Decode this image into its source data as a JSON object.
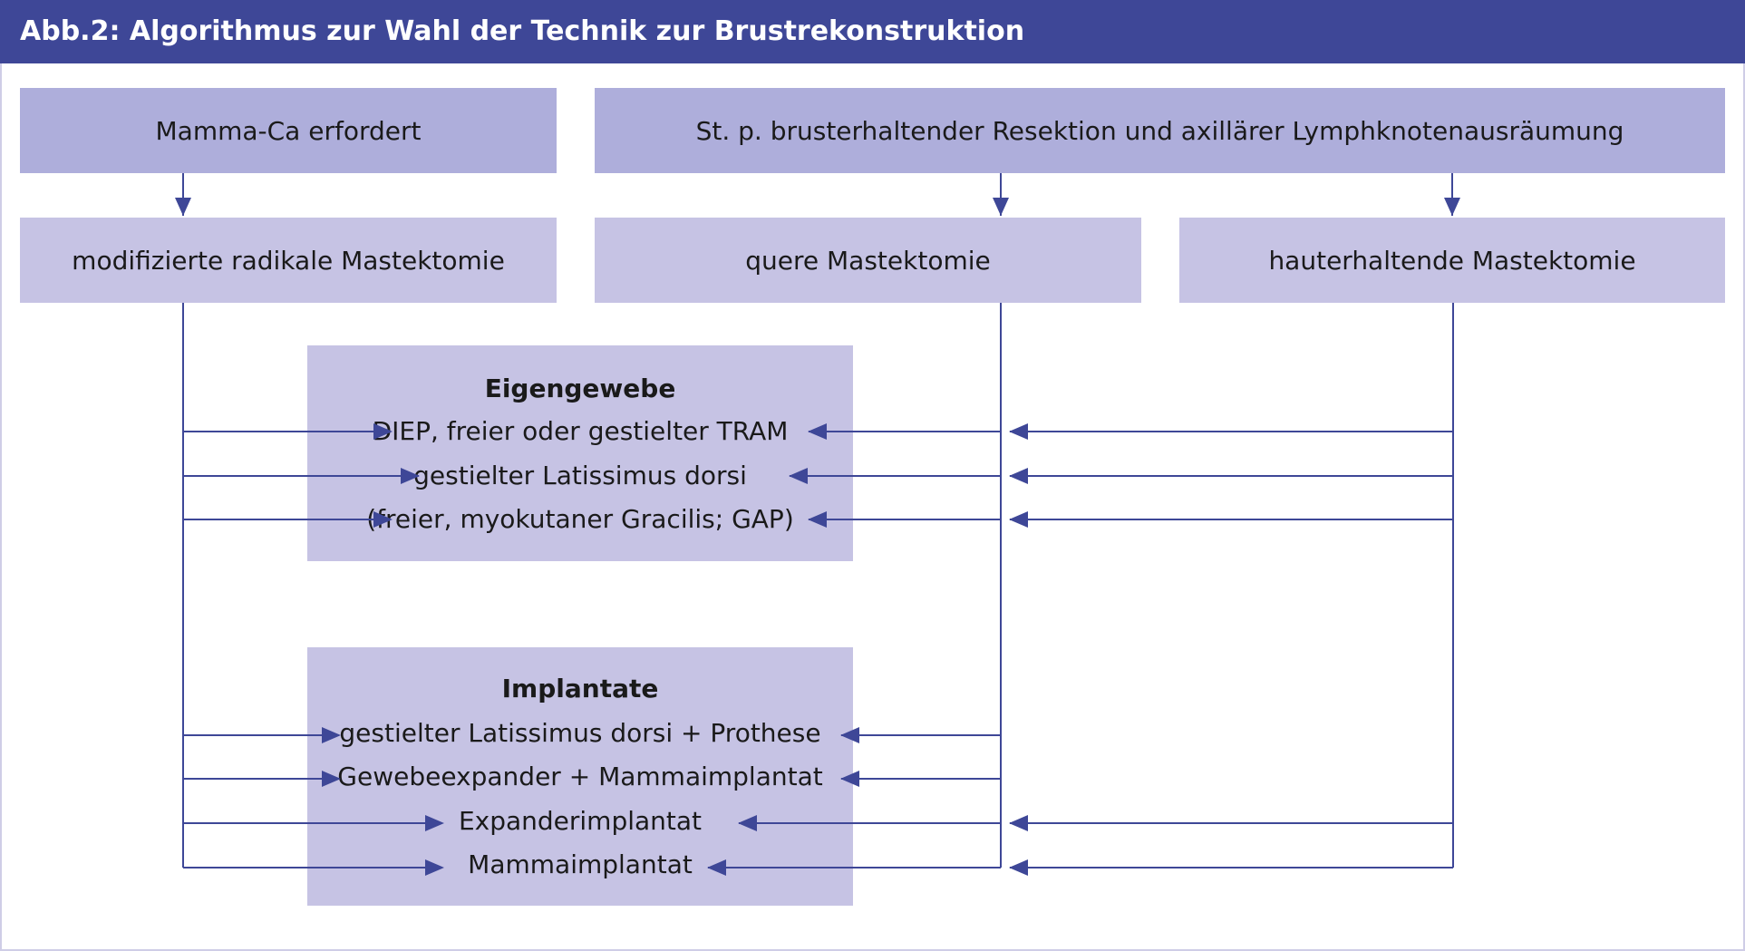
{
  "header": {
    "title": "Abb.2: Algorithmus zur Wahl der Technik zur Brustrekonstruktion"
  },
  "top_boxes": {
    "left": "Mamma-Ca erfordert",
    "right": "St. p. brusterhaltender Resektion und axillärer Lymphknotenausräumung"
  },
  "procedures": {
    "radical": "modifizierte radikale Mastektomie",
    "transverse": "quere Mastektomie",
    "skin_sparing": "hauterhaltende Mastektomie"
  },
  "own_tissue": {
    "title": "Eigengewebe",
    "items": [
      "DIEP, freier oder gestielter TRAM",
      "gestielter Latissimus dorsi",
      "(freier, myokutaner Gracilis; GAP)"
    ]
  },
  "implants": {
    "title": "Implantate",
    "items": [
      "gestielter Latissimus dorsi + Prothese",
      "Gewebeexpander + Mammaimplantat",
      "Expanderimplantat",
      "Mammaimplantat"
    ]
  },
  "colors": {
    "header": "#3e4797",
    "box_dark": "#aeaedb",
    "box_light": "#c6c3e4",
    "line": "#3e4797"
  }
}
